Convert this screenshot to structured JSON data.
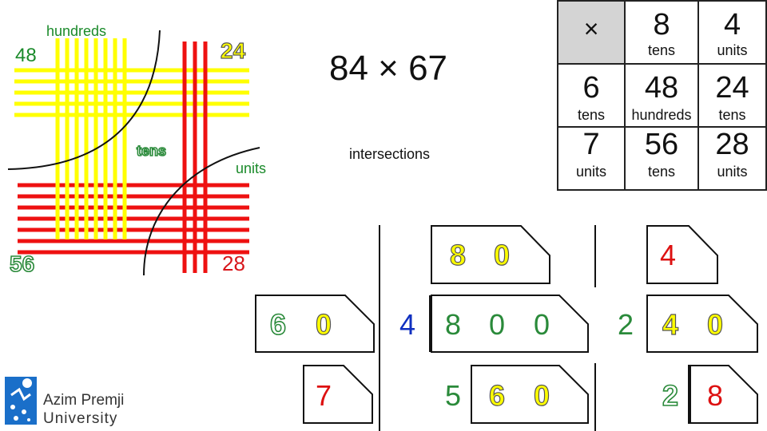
{
  "colors": {
    "yellow_lines": "#ffff00",
    "red_lines": "#ee1111",
    "green_text": "#2a8a3a",
    "blue_digit": "#1030c0",
    "red_digit": "#dd1111"
  },
  "grid_labels": {
    "hundreds": "hundreds",
    "tens": "tens",
    "units": "units",
    "n48": "48",
    "n24": "24",
    "n56": "56",
    "n28": "28"
  },
  "problem": {
    "expression": "84 × 67",
    "caption": "intersections"
  },
  "multiplication_table": {
    "corner": "×",
    "columns": [
      {
        "digit": "8",
        "place": "tens"
      },
      {
        "digit": "4",
        "place": "units"
      }
    ],
    "rows": [
      {
        "digit": "6",
        "place": "tens",
        "cells": [
          {
            "value": "48",
            "place": "hundreds"
          },
          {
            "value": "24",
            "place": "tens"
          }
        ]
      },
      {
        "digit": "7",
        "place": "units",
        "cells": [
          {
            "value": "56",
            "place": "tens"
          },
          {
            "value": "28",
            "place": "units"
          }
        ]
      }
    ]
  },
  "cards": {
    "top_middle": [
      "8",
      "0"
    ],
    "top_right": [
      "4"
    ],
    "left_row2": [
      "6",
      "0"
    ],
    "middle_row2": [
      "4",
      "8",
      "0",
      "0"
    ],
    "right_row2": [
      "2",
      "4",
      "0"
    ],
    "left_row3": [
      "7"
    ],
    "middle_row3": [
      "5",
      "6",
      "0"
    ],
    "right_row3": [
      "2",
      "8"
    ]
  },
  "logo": {
    "line1": "Azim Premji",
    "line2": "University"
  }
}
